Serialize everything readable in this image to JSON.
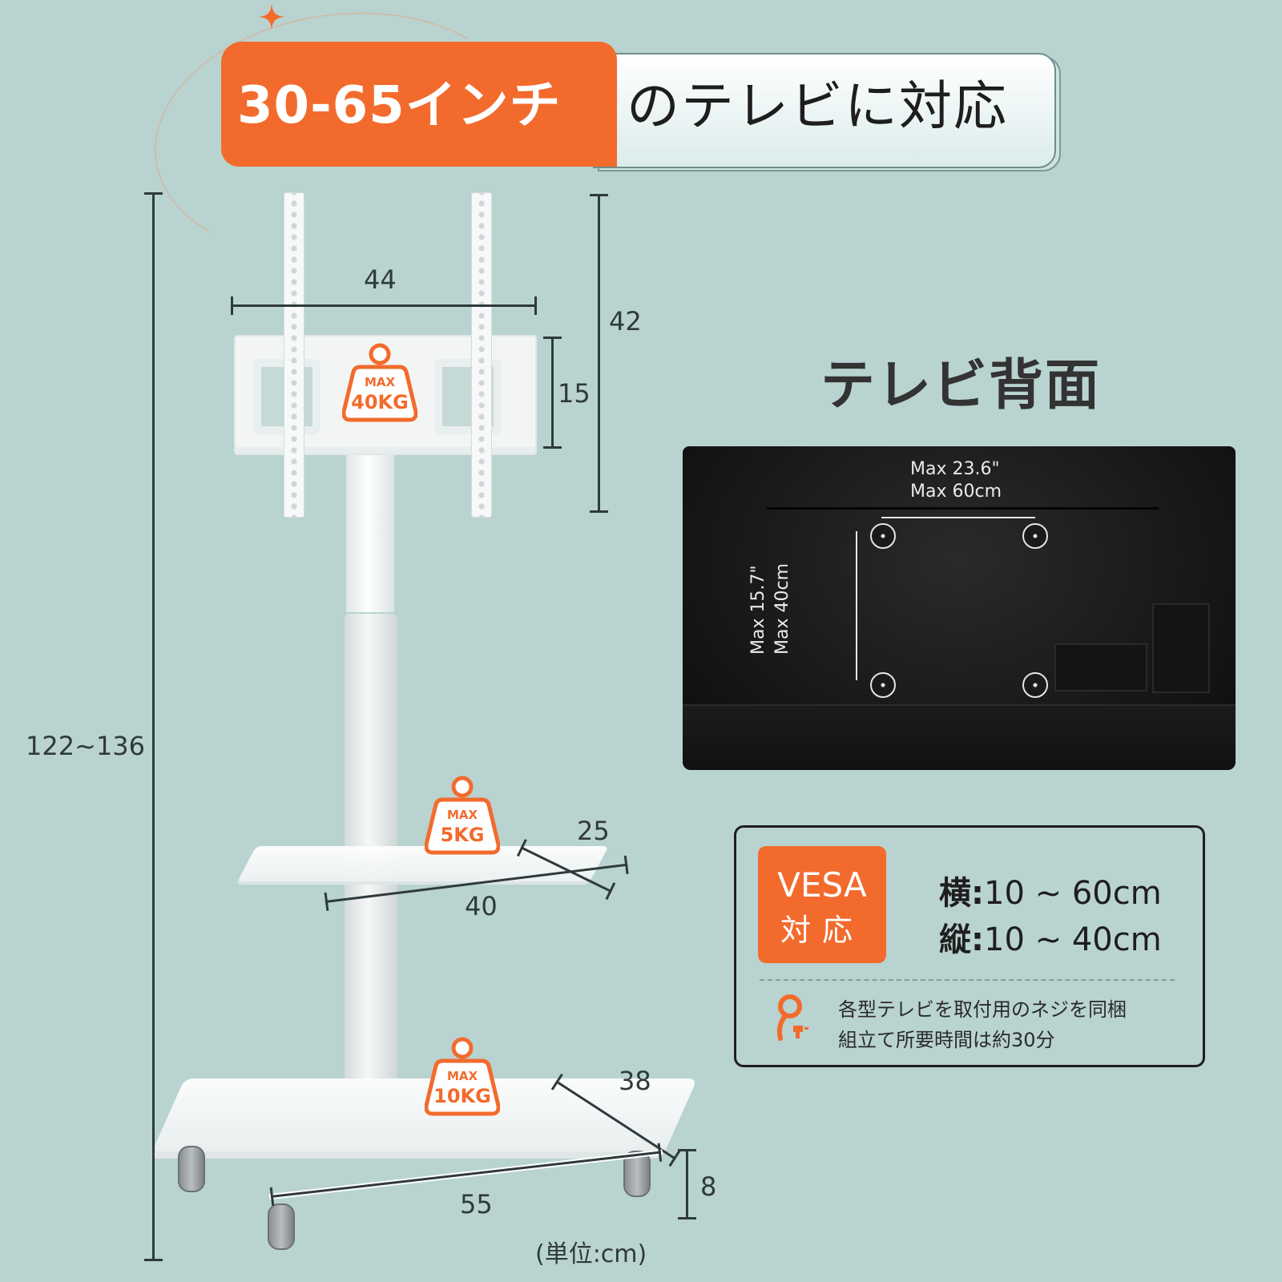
{
  "header": {
    "size_range": "30-65インチ",
    "support_text": "のテレビに対応"
  },
  "dimensions": {
    "total_height": "122~136",
    "bracket_width": "44",
    "bracket_height": "42",
    "bracket_plate_height": "15",
    "shelf_depth": "25",
    "shelf_width": "40",
    "base_depth": "38",
    "base_width": "55",
    "caster_height": "8",
    "unit": "(単位:cm)"
  },
  "load_limits": {
    "bracket": {
      "label": "MAX",
      "value": "40KG"
    },
    "shelf": {
      "label": "MAX",
      "value": "5KG"
    },
    "base": {
      "label": "MAX",
      "value": "10KG"
    }
  },
  "tv_back": {
    "title": "テレビ背面",
    "horizontal_max_in": "Max 23.6\"",
    "horizontal_max_cm": "Max 60cm",
    "vertical_max_in": "Max 15.7\"",
    "vertical_max_cm": "Max 40cm"
  },
  "vesa": {
    "badge_line1": "VESA",
    "badge_line2": "対応",
    "horizontal_label": "横:",
    "horizontal_value": "10 ~ 60cm",
    "vertical_label": "縦:",
    "vertical_value": "10 ~ 40cm",
    "notes": [
      "各型テレビを取付用のネジを同梱",
      "組立て所要時間は約30分"
    ]
  },
  "colors": {
    "background": "#b9d3d0",
    "accent_orange": "#f26b2d",
    "text_dark": "#2f3a3a"
  }
}
